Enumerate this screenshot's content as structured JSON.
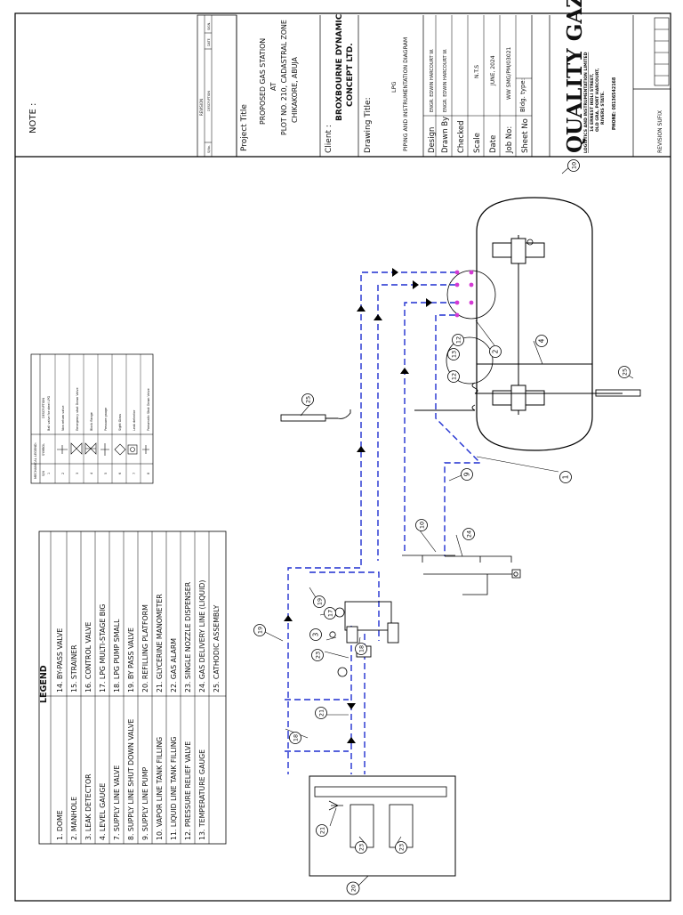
{
  "note_label": "NOTE :",
  "revision_block": {
    "heading": "REVISION",
    "columns": [
      "S/No.",
      "DESCRIPTION",
      "DATE",
      "SIGN."
    ]
  },
  "project": {
    "project_title_label": "Project Title",
    "line1": "PROPOSED GAS STATION",
    "line2": "AT",
    "line3": "PLOT NO. 210, CADASTRAL ZONE",
    "line4": "CHIKAKORE, ABUJA",
    "client_label": "Client :",
    "client_line1": "BROXBOURNE DYNAMIC",
    "client_line2": "CONCEPT LTD.",
    "drawing_title_label": "Drawing Title:",
    "drawing_title_line1": "LPG",
    "drawing_title_line2": "PIPING AND INSTRUMENTATION DIAGRAM"
  },
  "title_rows": [
    {
      "label": "Design",
      "value": "ENGR. EDWIN HARCOURT W."
    },
    {
      "label": "Drawn By",
      "value": "ENGR. EDWIN HARCOURT W."
    },
    {
      "label": "Checked",
      "value": ""
    },
    {
      "label": "Scale",
      "value": "N.T.S"
    },
    {
      "label": "Date",
      "value": "JUNE, 2024"
    },
    {
      "label": "Job No:",
      "value": "WW SMG/PM/03021"
    },
    {
      "label": "Sheet No",
      "value": "Bldg. type:"
    }
  ],
  "company": {
    "name": "QUALITY GAZ",
    "subtitle": "LOGISTICS AND INSTRUMENTATION LIMITED",
    "addr1": "16 ERNEST IKOLI STREET,",
    "addr2": "OLD GRA, PORT HARCOURT,",
    "addr3": "RIVERS STATE.",
    "phone": "PHONE: 08136542168"
  },
  "revision_suffix_label": "REVISION SUFIX",
  "legend": {
    "title": "LEGEND",
    "left": [
      "1.  DOME",
      "2.  MANHOLE",
      "3.  LEAK DETECTOR",
      "4.  LEVEL GAUGE",
      "7.  SUPPLY LINE VALVE",
      "8.  SUPPLY LINE SHUT DOWN VALVE",
      "9.  SUPPLY LINE PUMP",
      "10. VAPOR LINE TANK FILLING",
      "11. LIQUID LINE TANK FILLING",
      "12. PRESSURE RELIEF VALVE",
      "13. TEMPERATURE GAUGE"
    ],
    "right": [
      "14. BY-PASS VALVE",
      "15. STRAINER",
      "16. CONTROL VALVE",
      "17. LPG MULTI-STAGE BIG",
      "18. LPG PUMP SMALL",
      "19. BY PASS VALVE",
      "20. REFILLING PLATFORM",
      "21. GLYCERINE  MANOMETER",
      "22. GAS ALARM",
      "23. SINGLE NOZZLE DISPENSER",
      "24. GAS DELIVERY LINE (LIQUID)",
      "25. CATHODIC ASSEMBLY"
    ]
  },
  "mech_legend": {
    "title": "MECHANICAL LEGEND:",
    "headers": [
      "S/N",
      "SYMBOL",
      "DESCRIPTION"
    ],
    "rows": [
      {
        "sn": "1",
        "desc": "Ball valve for steel LPG"
      },
      {
        "sn": "2",
        "desc": "Non return valve"
      },
      {
        "sn": "3",
        "desc": "Emergency shut Down Valve"
      },
      {
        "sn": "4",
        "desc": "Block flange"
      },
      {
        "sn": "5",
        "desc": "Pressure gauge"
      },
      {
        "sn": "6",
        "desc": "Sight Glass"
      },
      {
        "sn": "7",
        "desc": "Leak detector"
      },
      {
        "sn": "8",
        "desc": "Pneumatic Shut Down Valve"
      }
    ]
  },
  "tags": {
    "t1": "1",
    "t2": "2",
    "t3": "3",
    "t4": "4",
    "t9": "9",
    "t10a": "10",
    "t10b": "10",
    "t12a": "12",
    "t12b": "12",
    "t13": "13",
    "t17": "17",
    "t18a": "18",
    "t18b": "18",
    "t19a": "19",
    "t19b": "19",
    "t20": "20",
    "t21a": "21",
    "t21b": "21",
    "t23a": "23",
    "t23b": "23",
    "t23c": "23",
    "t24": "24",
    "t25a": "25",
    "t25b": "25"
  },
  "colors": {
    "line": "#000000",
    "pipe": "#1f2fd0",
    "nozzle": "#d43ad4"
  }
}
